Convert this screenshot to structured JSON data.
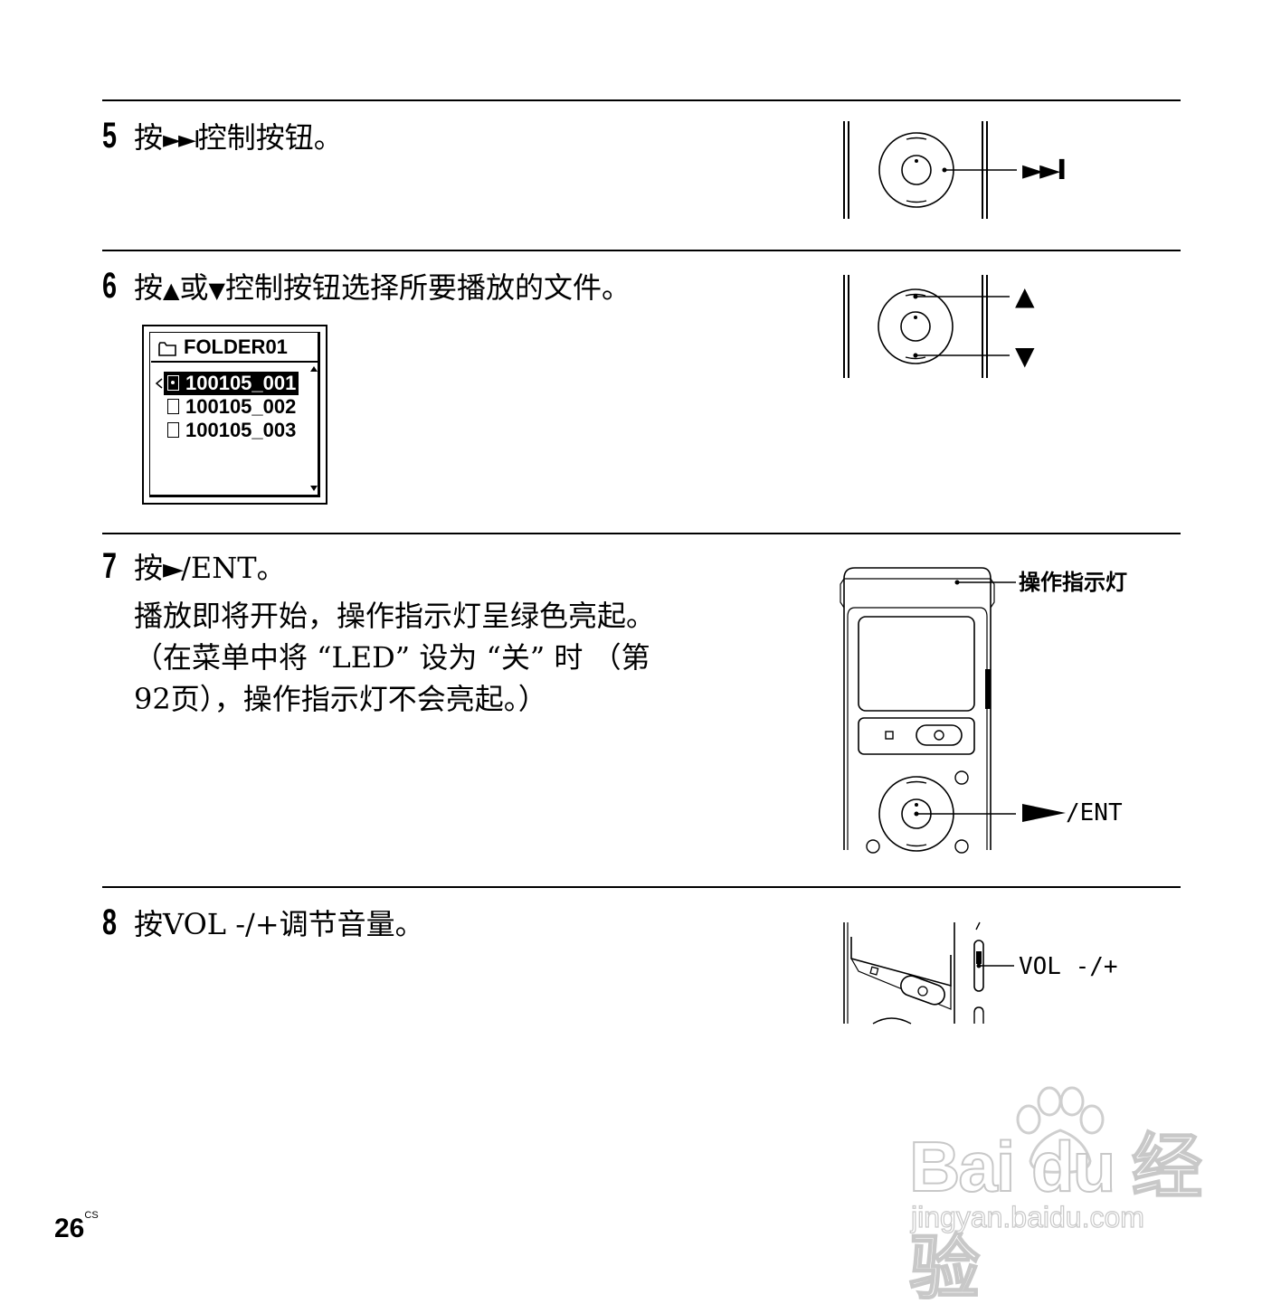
{
  "steps": [
    {
      "number": "5",
      "pre": "按",
      "glyph": "►►I",
      "post": "控制按钮。"
    },
    {
      "number": "6",
      "pre": "按",
      "glyph": "▲",
      "mid": "或",
      "glyph2": "▼",
      "post": "控制按钮选择所要播放的文件。"
    },
    {
      "number": "7",
      "pre": "按",
      "glyph": "►",
      "post": "/ENT。",
      "lines": [
        "播放即将开始，操作指示灯呈绿色亮起。",
        "（在菜单中将 “LED” 设为 “关” 时 （第",
        "92页），操作指示灯不会亮起。）"
      ]
    },
    {
      "number": "8",
      "pre": "按",
      "post": "VOL -/+调节音量。"
    }
  ],
  "lcd": {
    "folder": "FOLDER01",
    "files": [
      "100105_001",
      "100105_002",
      "100105_003"
    ],
    "selected_index": 0
  },
  "figures": {
    "next_label": "►►I",
    "up_label": "▲",
    "down_label": "▼",
    "indicator_label": "操作指示灯",
    "play_label": "/ENT",
    "vol_label": "VOL -/+"
  },
  "page": {
    "number": "26",
    "suffix": "CS"
  },
  "watermark": {
    "brand": "Bai du 经验",
    "url": "jingyan.baidu.com"
  }
}
